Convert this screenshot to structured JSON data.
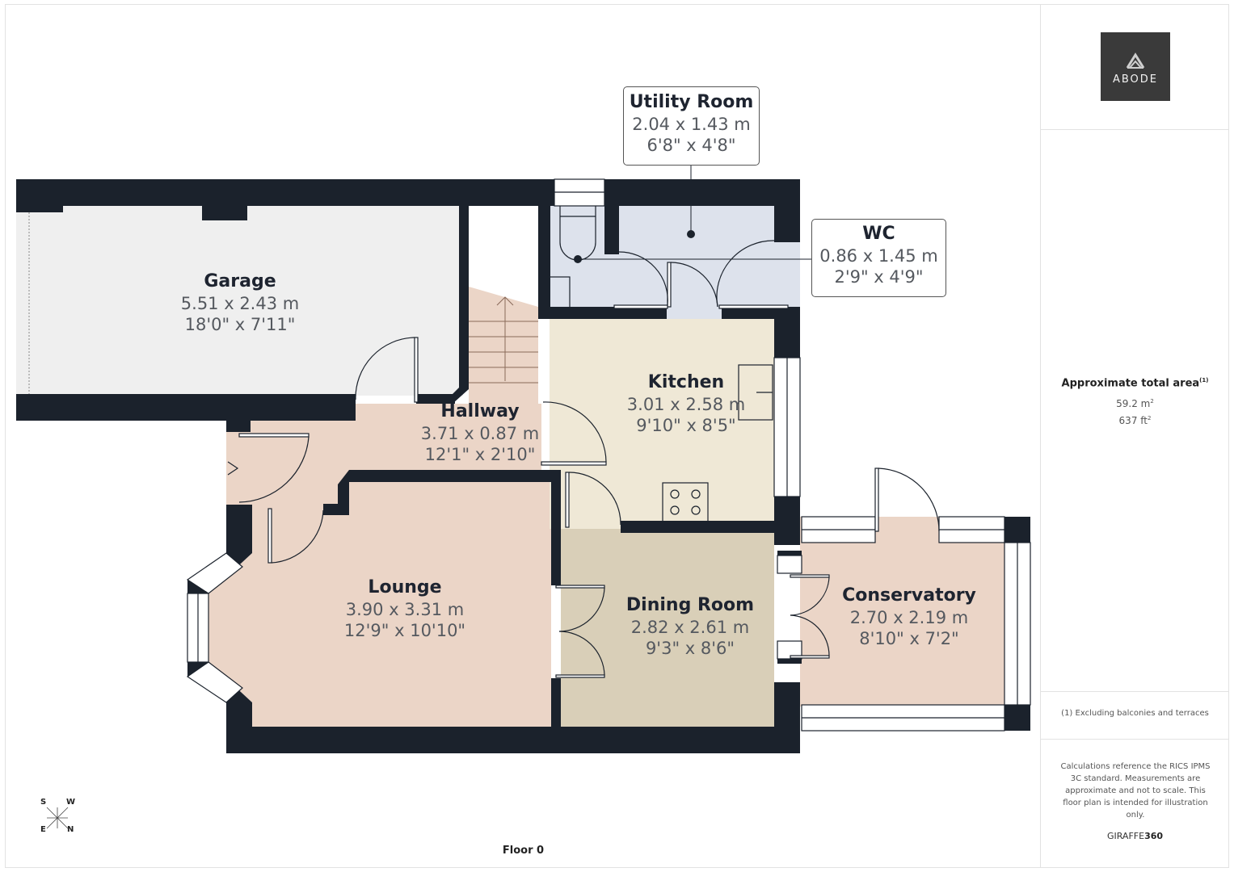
{
  "brand": {
    "logo_text": "ABODE",
    "provider_prefix": "GIRAFFE",
    "provider_suffix": "360"
  },
  "summary": {
    "title": "Approximate total area",
    "title_footnote_mark": "(1)",
    "area_m2": "59.2 m",
    "area_ft2": "637 ft",
    "unit_sup": "2",
    "footnote": "(1) Excluding balconies and terraces",
    "disclaimer": "Calculations reference the RICS IPMS 3C standard. Measurements are approximate and not to scale. This floor plan is intended for illustration only."
  },
  "floor": {
    "label": "Floor 0"
  },
  "compass": {
    "nw": "S",
    "ne": "W",
    "sw": "E",
    "se": "N"
  },
  "colors": {
    "wall": "#1b222c",
    "garage": "#efefef",
    "hallway": "#ebd5c7",
    "lounge": "#ebd5c7",
    "conservatory": "#ebd5c7",
    "kitchen": "#efe8d6",
    "dining": "#d9cfb8",
    "utility": "#dde2ec"
  },
  "rooms": {
    "garage": {
      "name": "Garage",
      "metric": "5.51 x 2.43 m",
      "imperial": "18'0\" x 7'11\""
    },
    "hallway": {
      "name": "Hallway",
      "metric": "3.71 x 0.87 m",
      "imperial": "12'1\" x 2'10\""
    },
    "kitchen": {
      "name": "Kitchen",
      "metric": "3.01 x 2.58 m",
      "imperial": "9'10\" x 8'5\""
    },
    "lounge": {
      "name": "Lounge",
      "metric": "3.90 x 3.31 m",
      "imperial": "12'9\" x 10'10\""
    },
    "dining": {
      "name": "Dining Room",
      "metric": "2.82 x 2.61 m",
      "imperial": "9'3\" x 8'6\""
    },
    "conservatory": {
      "name": "Conservatory",
      "metric": "2.70 x 2.19 m",
      "imperial": "8'10\" x 7'2\""
    },
    "utility": {
      "name": "Utility Room",
      "metric": "2.04 x 1.43 m",
      "imperial": "6'8\" x 4'8\""
    },
    "wc": {
      "name": "WC",
      "metric": "0.86 x 1.45 m",
      "imperial": "2'9\" x 4'9\""
    }
  }
}
